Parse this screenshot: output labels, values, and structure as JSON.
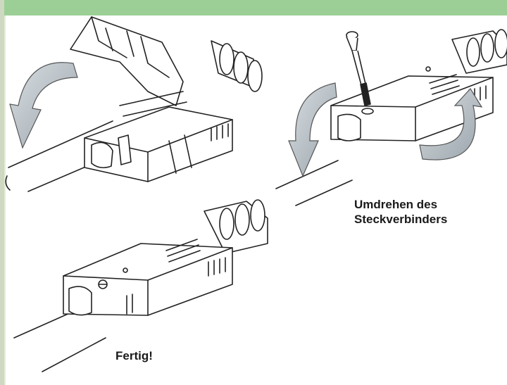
{
  "page": {
    "background": "#e6ecd8",
    "panel_color": "#ffffff",
    "top_band_color": "#9ccf96"
  },
  "captions": {
    "flip_line1": "Umdrehen des",
    "flip_line2": "Steckverbinders",
    "done": "Fertig!"
  },
  "arrows": {
    "color": "#a8b0b6",
    "icons": [
      "curved-arrow-icon",
      "rotate-arrow-icon",
      "screw-icon"
    ]
  }
}
